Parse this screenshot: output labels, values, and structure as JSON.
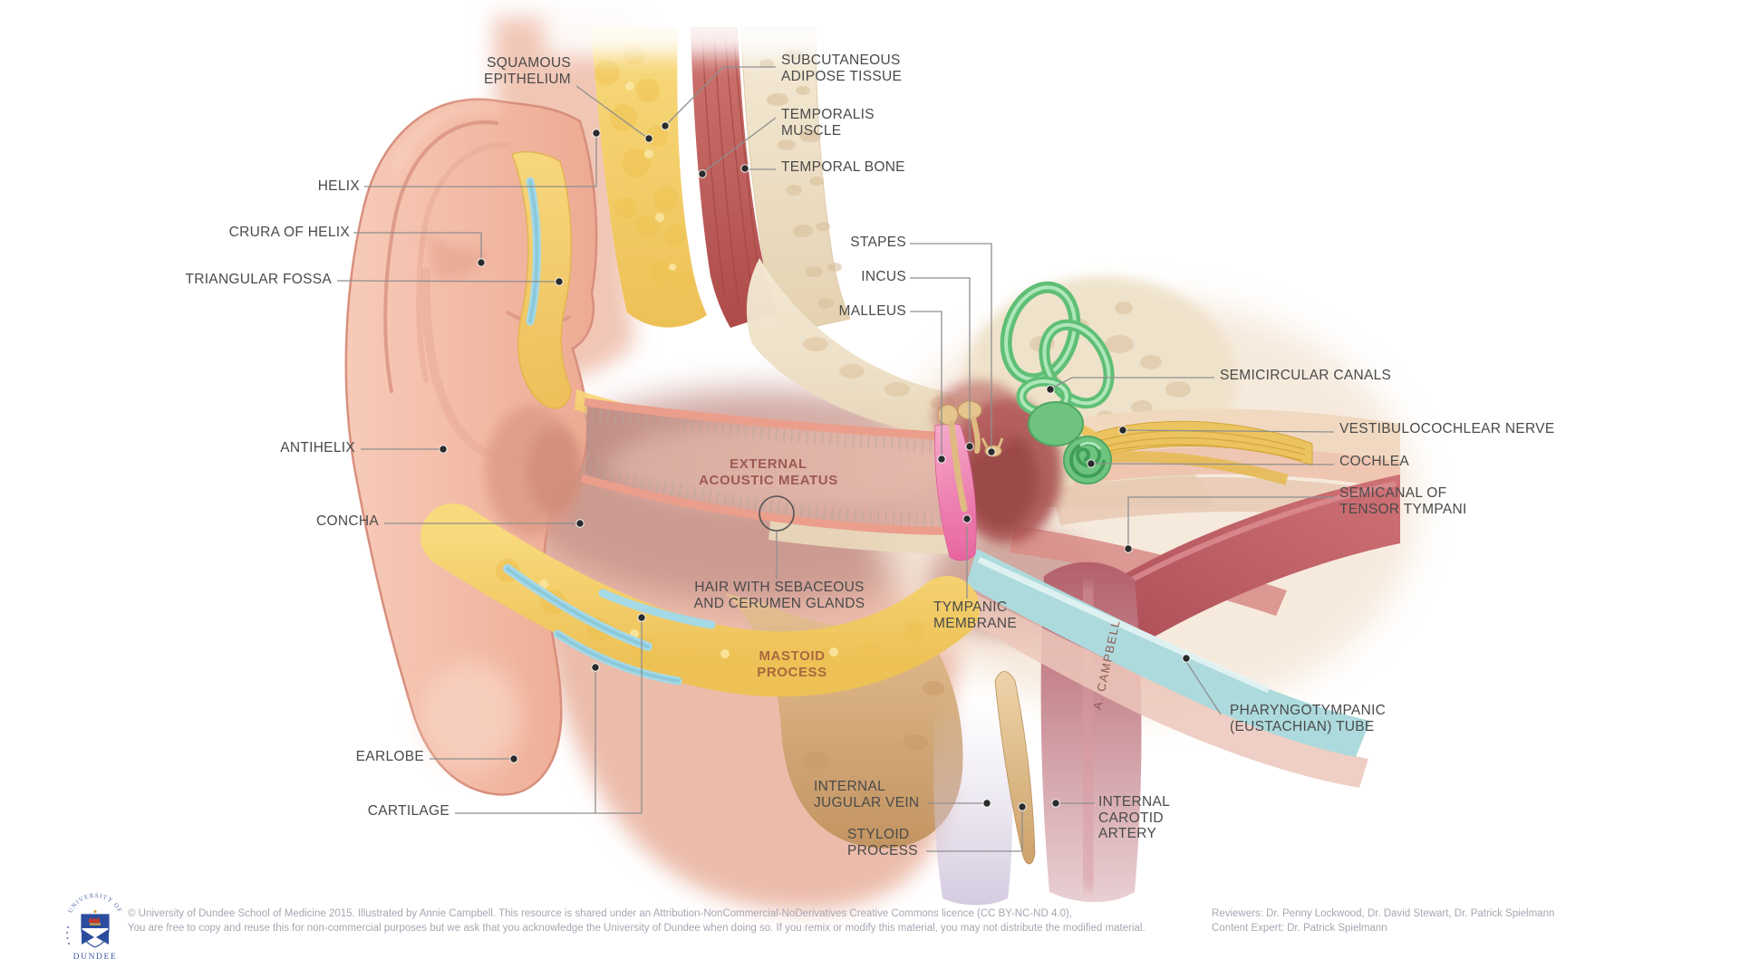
{
  "illustration": {
    "region_labels": {
      "squamous_epithelium": "SQUAMOUS\nEPITHELIUM",
      "subcutaneous_adipose": "SUBCUTANEOUS\nADIPOSE TISSUE",
      "temporalis_muscle": "TEMPORALIS\nMUSCLE",
      "temporal_bone": "TEMPORAL BONE",
      "helix": "HELIX",
      "crura_of_helix": "CRURA OF HELIX",
      "triangular_fossa": "TRIANGULAR FOSSA",
      "stapes": "STAPES",
      "incus": "INCUS",
      "malleus": "MALLEUS",
      "semicircular_canals": "SEMICIRCULAR CANALS",
      "vestibulocochlear_nerve": "VESTIBULOCOCHLEAR NERVE",
      "cochlea": "COCHLEA",
      "semicanal_tensor_tympani": "SEMICANAL OF\nTENSOR TYMPANI",
      "antihelix": "ANTIHELIX",
      "external_acoustic_meatus": "EXTERNAL\nACOUSTIC MEATUS",
      "concha": "CONCHA",
      "hair_glands": "HAIR WITH SEBACEOUS\nAND CERUMEN GLANDS",
      "tympanic_membrane": "TYMPANIC\nMEMBRANE",
      "mastoid_process": "MASTOID\nPROCESS",
      "pharyngotympanic_tube": "PHARYNGOTYMPANIC\n(EUSTACHIAN) TUBE",
      "earlobe": "EARLOBE",
      "cartilage": "CARTILAGE",
      "internal_jugular_vein": "INTERNAL\nJUGULAR VEIN",
      "styloid_process": "STYLOID\nPROCESS",
      "internal_carotid_artery": "INTERNAL\nCAROTID\nARTERY"
    },
    "artist_signature": "A. CAMPBELL",
    "colors": {
      "label_text": "#4a4a4a",
      "meatus_label": "#9c5a55",
      "mastoid_label": "#a9683f",
      "leader_line": "#8f8f8f",
      "semicircular_green": "#5fbf76",
      "nerve_yellow": "#ecc45f",
      "membrane_pink": "#e9609f",
      "adipose_yellow": "#f4cd68",
      "cartilage_blue": "#a5d9e6"
    }
  },
  "footer": {
    "logo": {
      "arc_text": "UNIVERSITY OF",
      "name": "DUNDEE"
    },
    "license_line1": "© University of Dundee School of Medicine 2015. Illustrated by Annie Campbell. This resource is shared under an Attribution-NonCommercial-NoDerivatives Creative Commons licence (CC BY-NC-ND 4.0),",
    "license_line2": "You are free to copy and reuse this for non-commercial purposes but we ask that you acknowledge the University of Dundee when doing so. If you remix or modify this material, you may not distribute the modified material.",
    "reviewers": "Reviewers: Dr. Penny Lockwood, Dr. David Stewart, Dr. Patrick Spielmann",
    "content_expert": "Content Expert: Dr. Patrick Spielmann"
  }
}
